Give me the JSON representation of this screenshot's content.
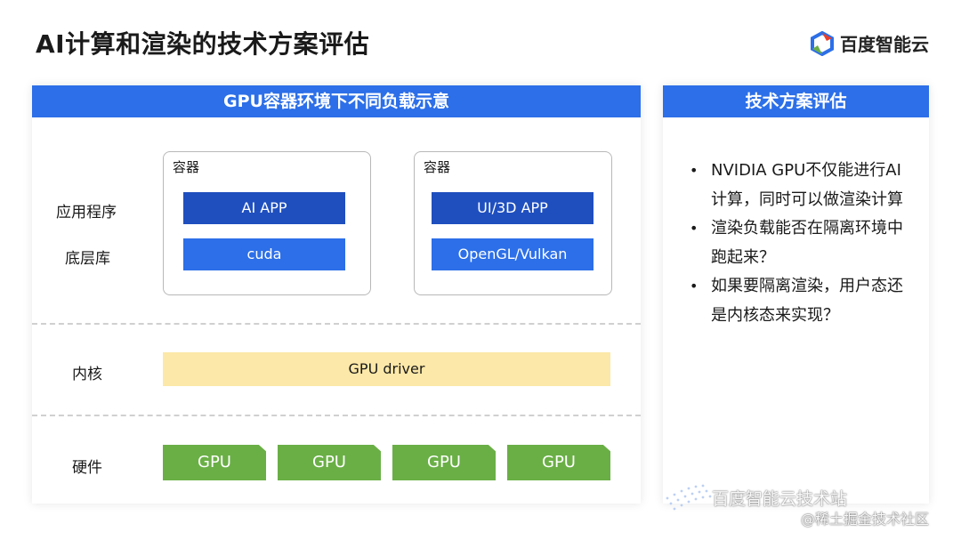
{
  "title": "AI计算和渲染的技术方案评估",
  "logo": {
    "text": "百度智能云",
    "colors": [
      "#2c6fe8",
      "#e8402c",
      "#6aaf46"
    ]
  },
  "left_panel": {
    "header": "GPU容器环境下不同负载示意",
    "layer_labels": {
      "app": "应用程序",
      "lib": "底层库",
      "kernel": "内核",
      "hardware": "硬件"
    },
    "containers": [
      {
        "title": "容器",
        "app": "AI APP",
        "lib": "cuda"
      },
      {
        "title": "容器",
        "app": "UI/3D APP",
        "lib": "OpenGL/Vulkan"
      }
    ],
    "driver": "GPU driver",
    "gpus": [
      "GPU",
      "GPU",
      "GPU",
      "GPU"
    ]
  },
  "right_panel": {
    "header": "技术方案评估",
    "bullets": [
      "NVIDIA GPU不仅能进行AI计算，同时可以做渲染计算",
      "渲染负载能否在隔离环境中跑起来？",
      "如果要隔离渲染，用户态还是内核态来实现？"
    ]
  },
  "watermark": {
    "line1": "百度智能云技术站",
    "line2": "@稀土掘金技术社区"
  },
  "colors": {
    "header_blue": "#2c6fe8",
    "app_blue": "#1f4fbf",
    "driver_yellow": "#fce8a8",
    "gpu_green": "#6aaf46"
  }
}
